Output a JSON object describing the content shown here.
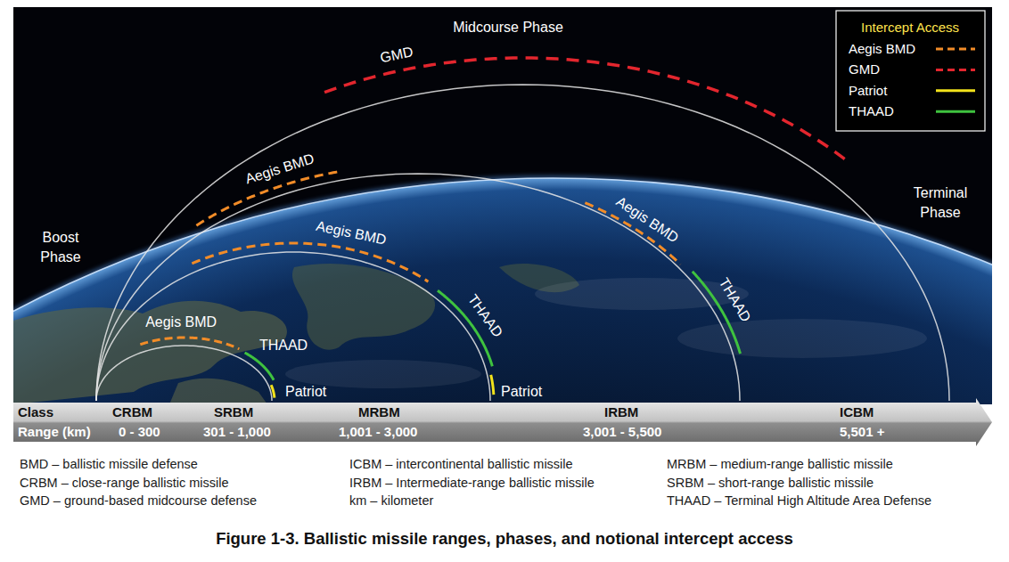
{
  "diagram": {
    "caption": "Figure 1-3. Ballistic missile ranges, phases, and notional intercept access",
    "nodes": [
      {
        "text": [
          "Class",
          "CRBM",
          "SRBM",
          "MRBM",
          "IRBM",
          "ICBM",
          "Range (km)",
          "0 - 300",
          "301 - 1,000",
          "1,001 - 3,000",
          "3,001 - 5,500",
          "5,501 +"
        ]
      }
    ],
    "labels": [
      "Midcourse Phase",
      "Intercept Access",
      "GMD",
      "Aegis BMD",
      "Boost Phase",
      "Terminal Phase",
      "Aegis BMD",
      "Aegis BMD",
      "THAAD",
      "THAAD",
      "Aegis BMD",
      "THAAD",
      "Patriot",
      "Patriot",
      "BMD – ballistic missile defense",
      "ICBM – intercontinental ballistic missile",
      "MRBM – medium-range ballistic missile",
      "CRBM – close-range ballistic missile",
      "IRBM – Intermediate-range ballistic missile",
      "SRBM – short-range ballistic missile",
      "GMD – ground-based midcourse defense",
      "km – kilometer",
      "THAAD – Terminal High Altitude Area Defense"
    ],
    "legend": [
      {
        "text": "Aegis BMD"
      },
      {
        "text": "GMD"
      },
      {
        "text": "Patriot"
      },
      {
        "text": "THAAD"
      }
    ]
  }
}
